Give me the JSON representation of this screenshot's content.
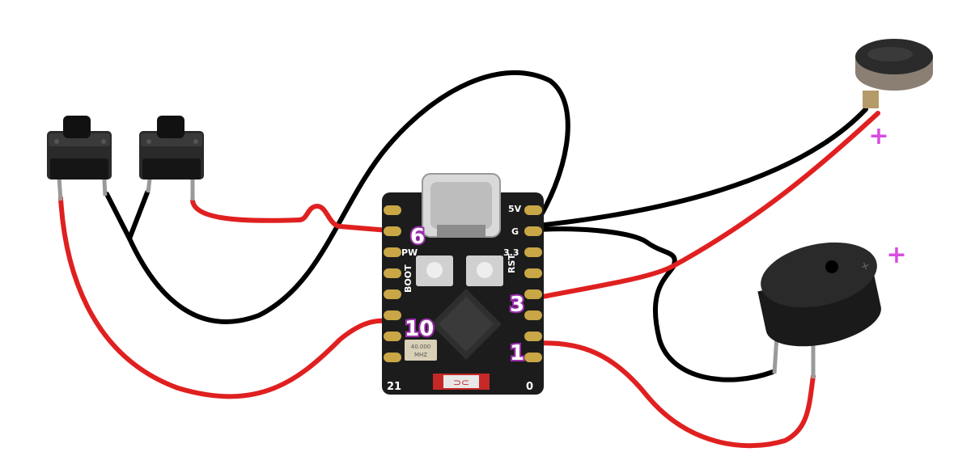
{
  "board": {
    "silk_5v": "5V",
    "silk_g": "G",
    "silk_33": "3.3",
    "silk_rst": "RST",
    "silk_pw": "PW",
    "silk_boot": "BOOT",
    "silk_21": "21",
    "silk_0": "0",
    "crystal_line1": "40.000",
    "crystal_line2": "MHZ"
  },
  "pin_callouts": {
    "pin6": "6",
    "pin10": "10",
    "pin3": "3",
    "pin1": "1"
  },
  "polarity": {
    "motor_plus": "+",
    "buzzer_plus": "+"
  },
  "colors": {
    "wire_red": "#e02020",
    "wire_black": "#000000",
    "callout_purple": "#9b2fae",
    "plus_magenta": "#d84ce0",
    "board": "#1c1c1c",
    "pad_gold": "#c9a646"
  }
}
